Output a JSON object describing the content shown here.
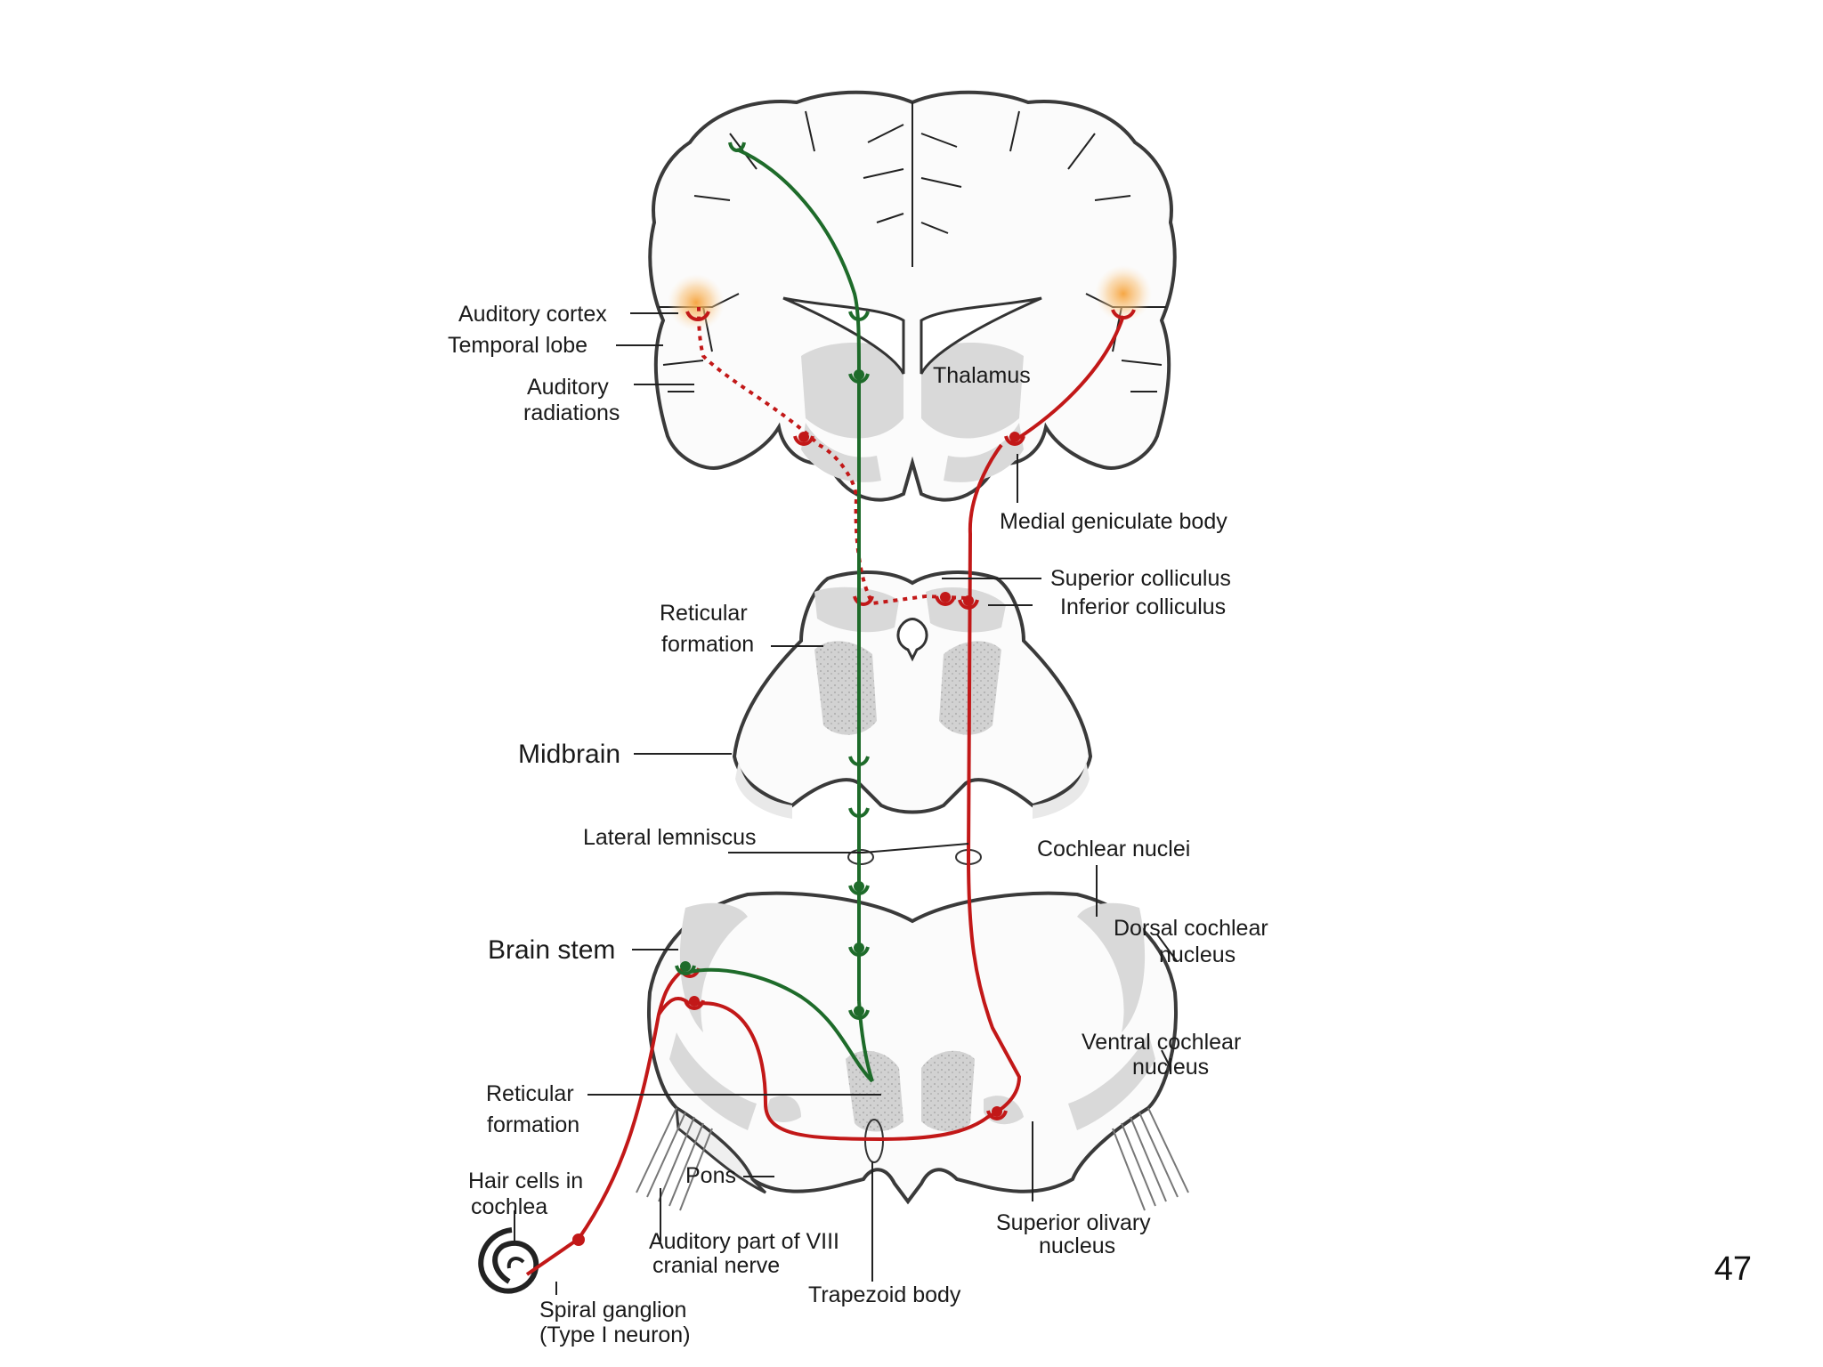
{
  "labels": {
    "auditory_cortex": "Auditory cortex",
    "temporal_lobe": "Temporal lobe",
    "auditory_radiations_1": "Auditory",
    "auditory_radiations_2": "radiations",
    "thalamus": "Thalamus",
    "medial_geniculate": "Medial geniculate body",
    "superior_colliculus": "Superior colliculus",
    "inferior_colliculus": "Inferior colliculus",
    "reticular_formation_top_1": "Reticular",
    "reticular_formation_top_2": "formation",
    "midbrain": "Midbrain",
    "lateral_lemniscus": "Lateral lemniscus",
    "cochlear_nuclei": "Cochlear  nuclei",
    "brain_stem": "Brain stem",
    "dorsal_cochlear_1": "Dorsal cochlear",
    "dorsal_cochlear_2": "nucleus",
    "ventral_cochlear_1": "Ventral cochlear",
    "ventral_cochlear_2": "nucleus",
    "reticular_formation_bottom_1": "Reticular",
    "reticular_formation_bottom_2": "formation",
    "hair_cells_1": "Hair cells in",
    "hair_cells_2": "cochlea",
    "pons": "Pons",
    "auditory_nerve_1": "Auditory part of VIII",
    "auditory_nerve_2": "cranial nerve",
    "superior_olivary_1": "Superior olivary",
    "superior_olivary_2": "nucleus",
    "trapezoid_body": "Trapezoid body",
    "spiral_ganglion_1": "Spiral ganglion",
    "spiral_ganglion_2": "(Type I neuron)"
  },
  "page_number": "47",
  "colors": {
    "auditory_pathway": "#c21818",
    "reticular_pathway": "#1e6b2a",
    "grey_matter": "#d9d9d9",
    "cortex_glow": "#f6a23a"
  }
}
